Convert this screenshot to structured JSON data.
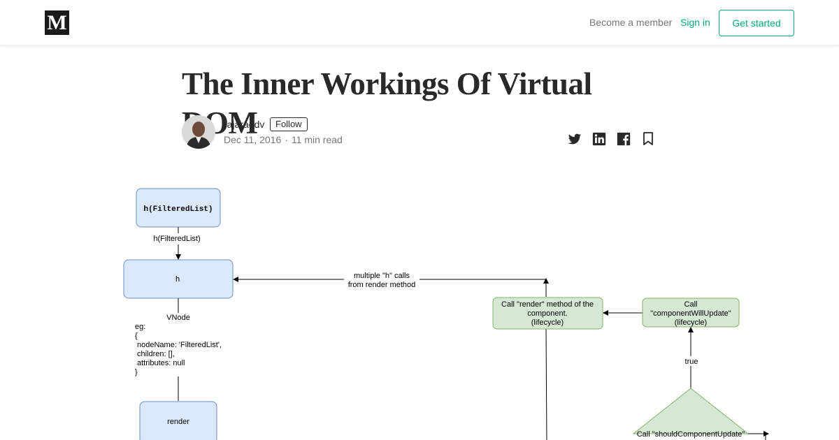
{
  "header": {
    "logo": "M",
    "become_member": "Become a member",
    "sign_in": "Sign in",
    "get_started": "Get started"
  },
  "article": {
    "title": "The Inner Workings Of Virtual DOM",
    "author": "rajaraodv",
    "follow": "Follow",
    "date": "Dec 11, 2016",
    "separator": "·",
    "read_time": "11 min read"
  },
  "share_icons": [
    "twitter-icon",
    "linkedin-icon",
    "facebook-icon",
    "bookmark-icon"
  ],
  "colors": {
    "accent": "#03a87c",
    "blue_node_fill": "#dae8fc",
    "blue_node_stroke": "#6c8ebf",
    "green_node_fill": "#d5e8d4",
    "green_node_stroke": "#82b366"
  },
  "diagram": {
    "node_filtered_list": "h(FilteredList)",
    "edge_filtered_list": "h(FilteredList)",
    "node_h": "h",
    "edge_multiple_h_1": "multiple \"h\" calls",
    "edge_multiple_h_2": "from render method",
    "edge_vnode": "VNode",
    "vnode_eg": "eg:",
    "vnode_open": "{",
    "vnode_nodename": "nodeName: 'FilteredList',",
    "vnode_children": "children: [],",
    "vnode_attributes": "attributes: null",
    "vnode_close": "}",
    "node_render": "render",
    "node_call_render_1": "Call \"render\" method of the",
    "node_call_render_2": "component.",
    "node_call_render_3": "(lifecycle)",
    "node_will_update_1": "Call",
    "node_will_update_2": "\"componentWillUpdate\"",
    "node_will_update_3": "(lifecycle)",
    "edge_true": "true",
    "node_should_update": "Call \"shouldComponentUpdate\""
  }
}
